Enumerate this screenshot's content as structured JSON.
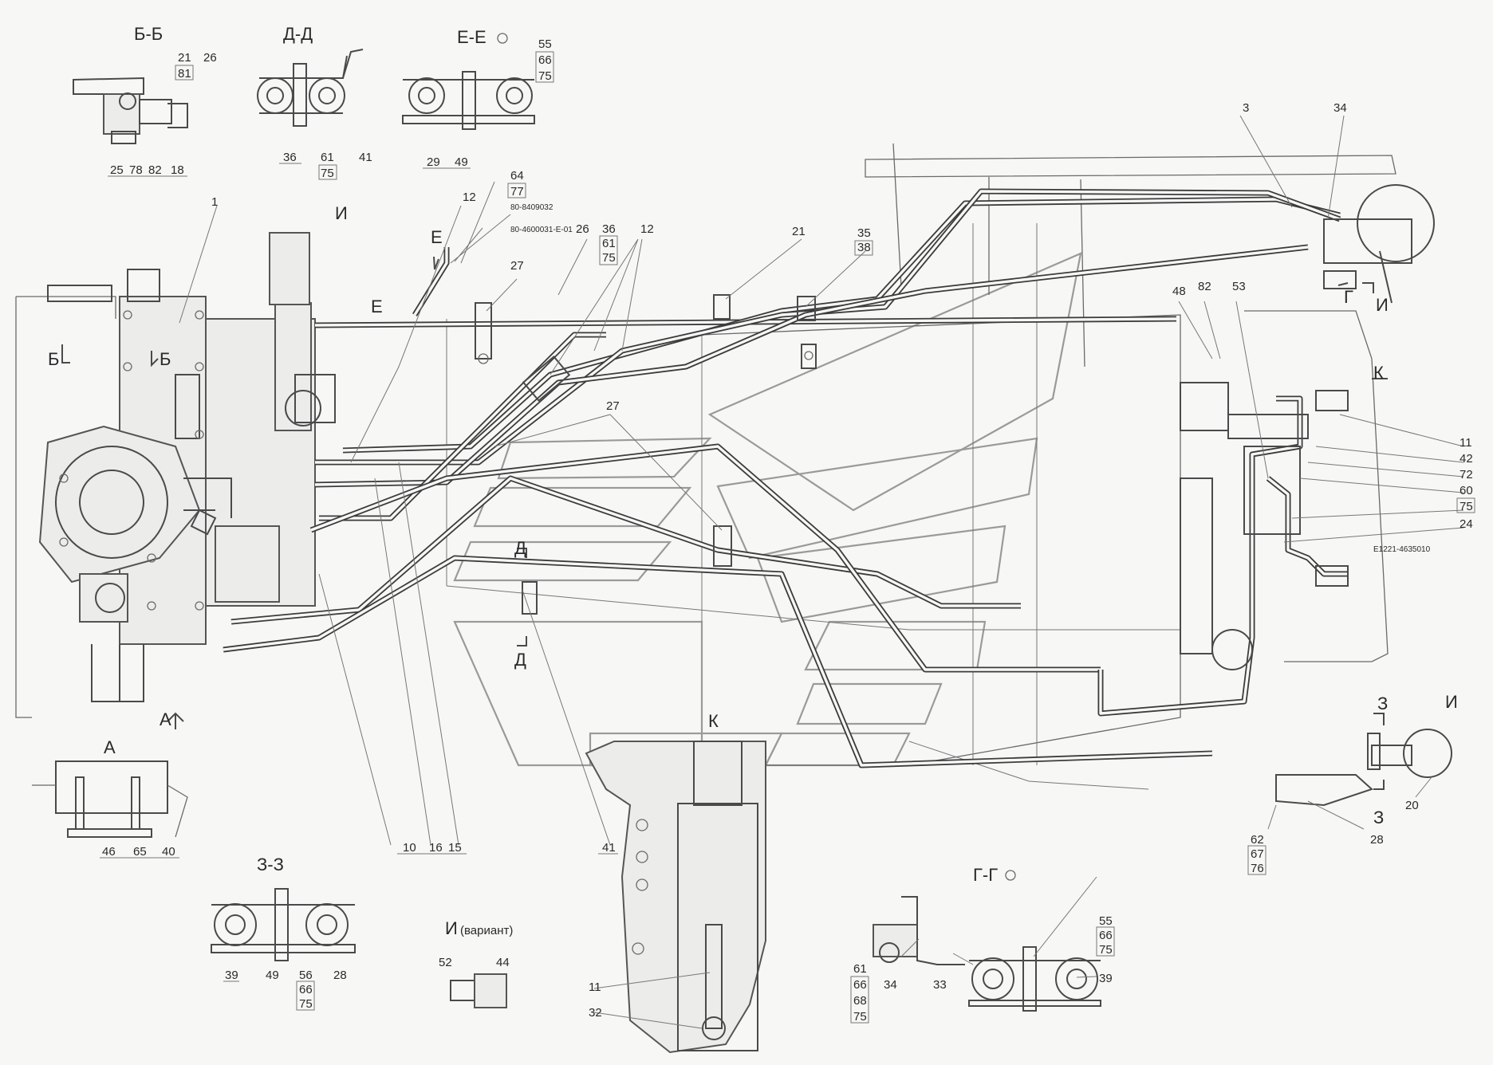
{
  "section_titles": {
    "bb": "Б-Б",
    "dd": "Д-Д",
    "ee": "Е-Е",
    "a": "А",
    "zz": "З-З",
    "gg": "Г-Г",
    "i_variant_letter": "И",
    "i_variant_note": "(вариант)"
  },
  "view_marks": {
    "b_left": "Б",
    "b_right": "Б",
    "i_top": "И",
    "e_top": "Е",
    "e_mid": "Е",
    "d_top": "Д",
    "d_bottom": "Д",
    "k_right": "К",
    "k_bottom": "К",
    "g_right": "Г",
    "i_right": "И",
    "i_far": "И",
    "z_top": "З",
    "z_bottom": "З",
    "a_bottom": "А"
  },
  "part_numbers": {
    "bb_21": "21",
    "bb_81": "81",
    "bb_26": "26",
    "bb_25": "25",
    "bb_78": "78",
    "bb_82": "82",
    "bb_18": "18",
    "dd_36": "36",
    "dd_61": "61",
    "dd_75": "75",
    "dd_41": "41",
    "ee_55": "55",
    "ee_66": "66",
    "ee_75": "75",
    "ee_29": "29",
    "ee_49": "49",
    "m_1": "1",
    "m_12a": "12",
    "m_64": "64",
    "m_77": "77",
    "m_26": "26",
    "m_36": "36",
    "m_61": "61",
    "m_75": "75",
    "m_12b": "12",
    "m_27a": "27",
    "m_21": "21",
    "m_35": "35",
    "m_38": "38",
    "m_3": "3",
    "m_34": "34",
    "m_48": "48",
    "m_82": "82",
    "m_53": "53",
    "m_27b": "27",
    "r_11": "11",
    "r_42": "42",
    "r_72": "72",
    "r_60": "60",
    "r_75": "75",
    "r_24": "24",
    "m_10": "10",
    "m_16": "16",
    "m_15": "15",
    "m_41": "41",
    "a_46": "46",
    "a_65": "65",
    "a_40": "40",
    "zz_39": "39",
    "zz_49": "49",
    "zz_56": "56",
    "zz_66": "66",
    "zz_75": "75",
    "zz_28": "28",
    "iv_52": "52",
    "iv_44": "44",
    "m_11": "11",
    "m_32": "32",
    "gg_55": "55",
    "gg_66": "66",
    "gg_75": "75",
    "gg_61": "61",
    "gg_66b": "66",
    "gg_68": "68",
    "gg_75b": "75",
    "gg_34": "34",
    "gg_33": "33",
    "gg_39": "39",
    "r_20": "20",
    "r_28": "28",
    "r_62": "62",
    "r_67": "67",
    "r_76": "76"
  },
  "designations": {
    "d1": "80-8409032",
    "d2": "80-4600031-Е-01",
    "d3": "E1221-4635010"
  }
}
